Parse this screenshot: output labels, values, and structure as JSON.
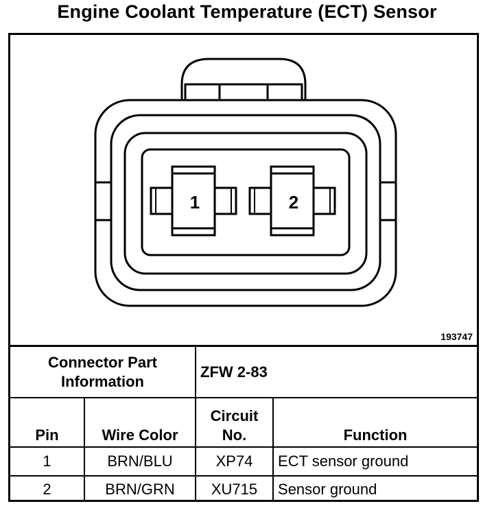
{
  "title": "Engine Coolant Temperature (ECT) Sensor",
  "figure_id": "193747",
  "connector": {
    "pins": [
      {
        "label": "1"
      },
      {
        "label": "2"
      }
    ]
  },
  "table": {
    "part_info_label_line1": "Connector Part",
    "part_info_label_line2": "Information",
    "part_info_value": "ZFW 2-83",
    "headers": {
      "pin": "Pin",
      "wire_color": "Wire Color",
      "circuit_line1": "Circuit",
      "circuit_line2": "No.",
      "function": "Function"
    },
    "rows": [
      {
        "pin": "1",
        "wire_color": "BRN/BLU",
        "circuit": "XP74",
        "function": "ECT sensor ground"
      },
      {
        "pin": "2",
        "wire_color": "BRN/GRN",
        "circuit": "XU715",
        "function": "Sensor ground"
      }
    ]
  }
}
